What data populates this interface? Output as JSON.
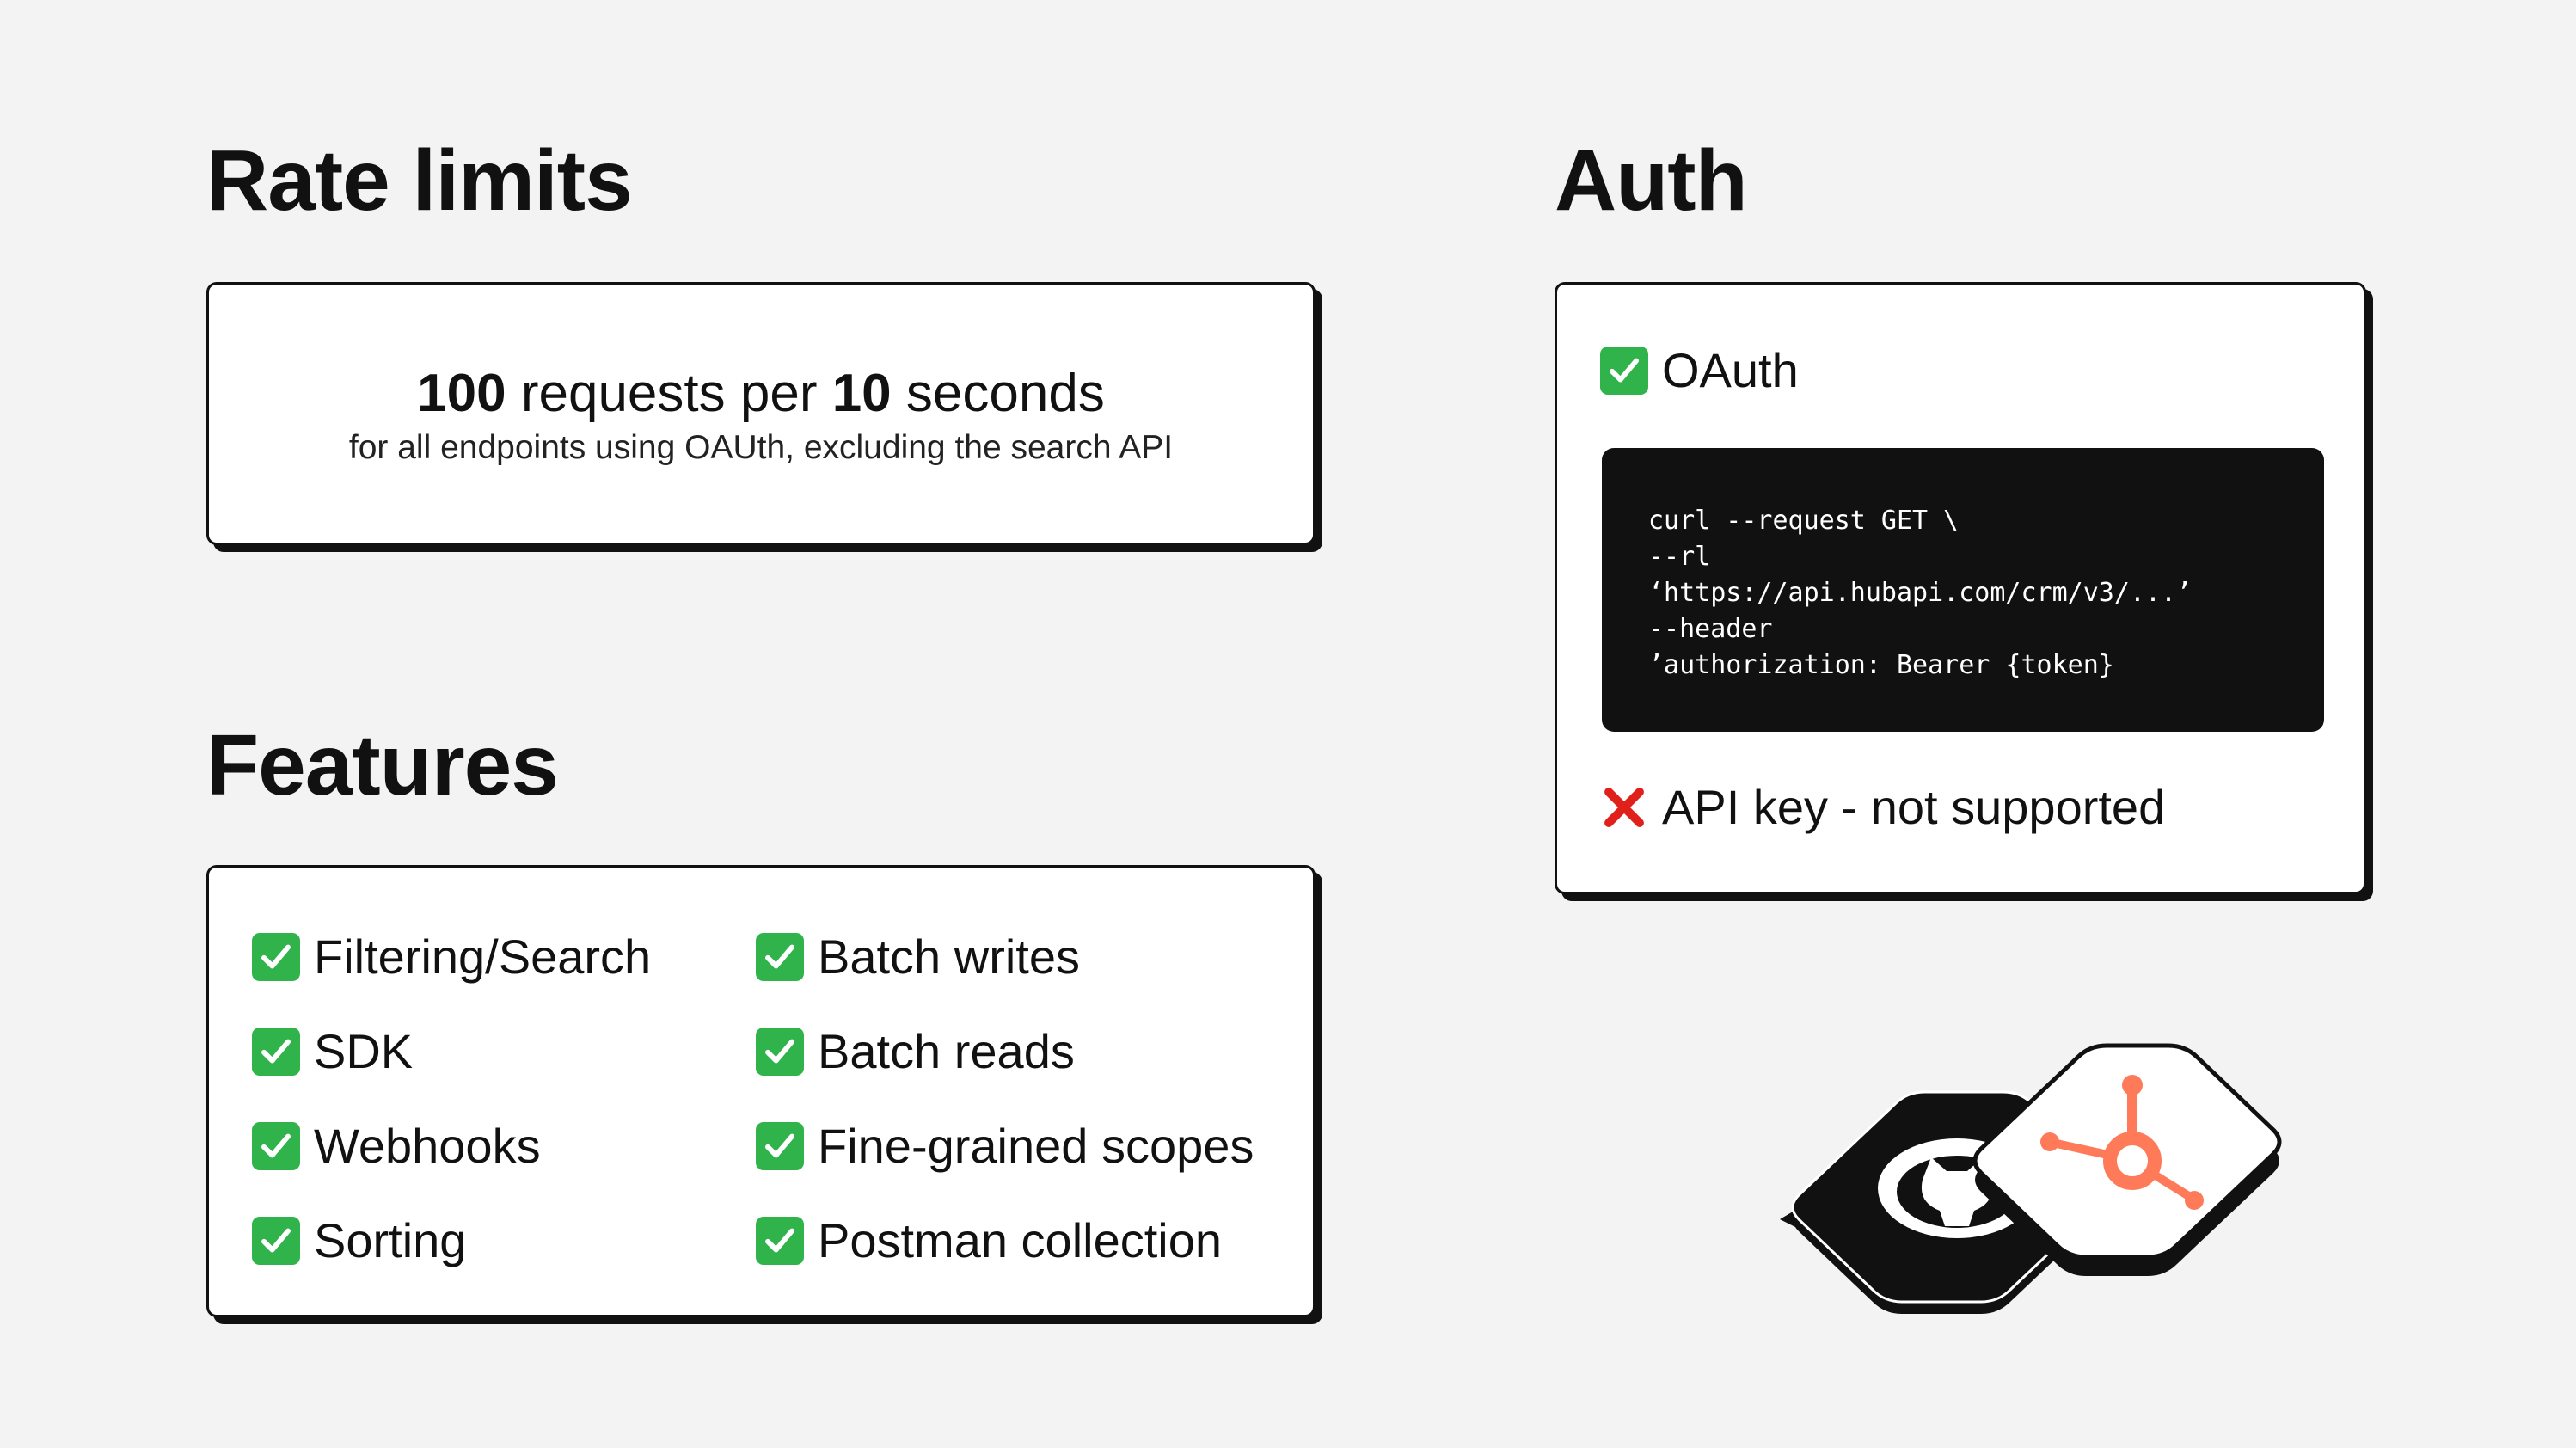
{
  "rate_limits": {
    "heading": "Rate limits",
    "count": "100",
    "requests_per": "requests per",
    "period": "10",
    "seconds": "seconds",
    "note": "for all endpoints using OAUth, excluding the search API"
  },
  "features": {
    "heading": "Features",
    "left": [
      "Filtering/Search",
      "SDK",
      "Webhooks",
      "Sorting"
    ],
    "right": [
      "Batch writes",
      "Batch reads",
      "Fine-grained scopes",
      "Postman collection"
    ]
  },
  "auth": {
    "heading": "Auth",
    "oauth_label": "OAuth",
    "code_lines": [
      "curl --request GET \\",
      "--rl",
      "‘https://api.hubapi.com/crm/v3/...’",
      "--header",
      "’authorization: Bearer {token}"
    ],
    "api_key_label": "API key - not supported"
  },
  "icons": {
    "supported": "check-mark-icon",
    "unsupported": "cross-mark-icon",
    "logo_left": "github-octocat-logo",
    "logo_right": "hubspot-sprocket-logo"
  },
  "colors": {
    "background": "#f3f3f3",
    "check_green": "#2fb34a",
    "cross_red": "#e0201b",
    "hubspot_orange": "#ff7a59",
    "code_background": "#111111"
  }
}
